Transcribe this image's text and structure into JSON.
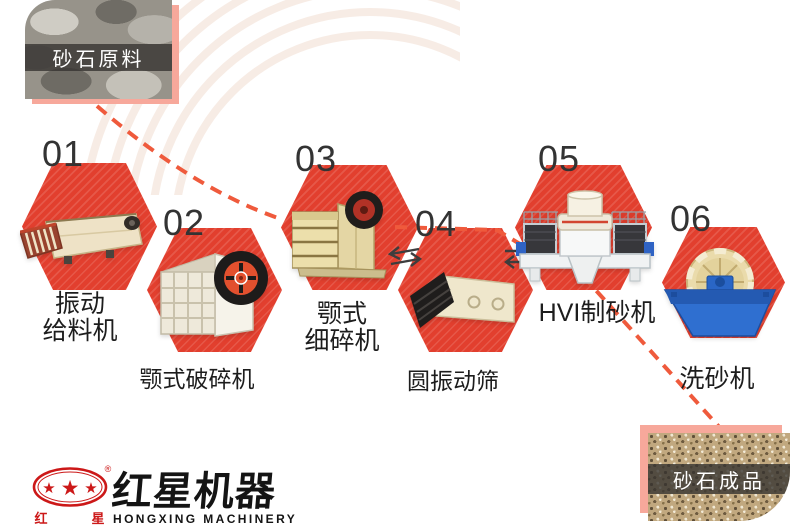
{
  "diagram": {
    "source_caption": "砂石原料",
    "product_caption": "砂石成品",
    "steps": {
      "s1": {
        "num": "01",
        "line1": "振动",
        "line2": "给料机",
        "machine": "vibrating-feeder"
      },
      "s2": {
        "num": "02",
        "line1": "颚式破碎机",
        "machine": "jaw-crusher"
      },
      "s3": {
        "num": "03",
        "line1": "颚式",
        "line2": "细碎机",
        "machine": "jaw-fine-crusher"
      },
      "s4": {
        "num": "04",
        "line1": "圆振动筛",
        "machine": "circular-vibrating-screen"
      },
      "s5": {
        "num": "05",
        "line1": "HVI制砂机",
        "machine": "hvi-sand-maker"
      },
      "s6": {
        "num": "06",
        "line1": "洗砂机",
        "machine": "sand-washer"
      }
    }
  },
  "logo": {
    "brand_cn": "红星机器",
    "brand_en": "HONGXING MACHINERY",
    "emblem_left": "红",
    "emblem_right": "星",
    "registered": "®"
  },
  "colors": {
    "hexagon_red": "#e23f2e",
    "dashed_line": "#ef5a3c",
    "photo_frame_pink": "#f7a89b",
    "caption_band": "#343230",
    "logo_red": "#cc1818",
    "text_dark": "#1d1d1d",
    "arc_color": "#f5e7df"
  }
}
